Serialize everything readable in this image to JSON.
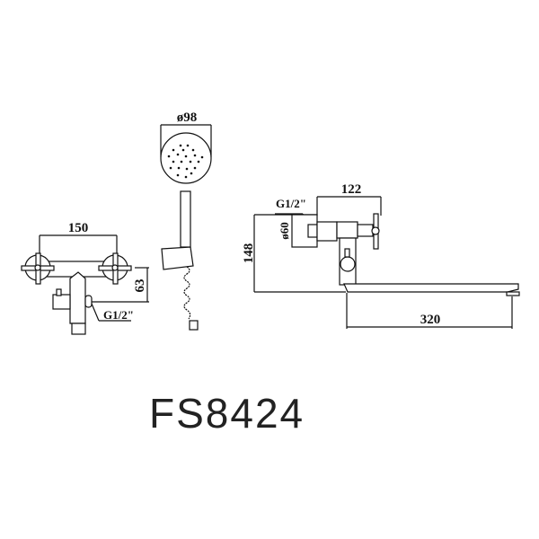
{
  "model": "FS8424",
  "dimensions": {
    "front_width": "150",
    "front_height": "63",
    "front_thread": "G1/2\"",
    "head_diameter": "ø98",
    "side_height": "148",
    "side_depth": "122",
    "side_thread": "G1/2\"",
    "side_diameter": "ø60",
    "spout_length": "320"
  }
}
